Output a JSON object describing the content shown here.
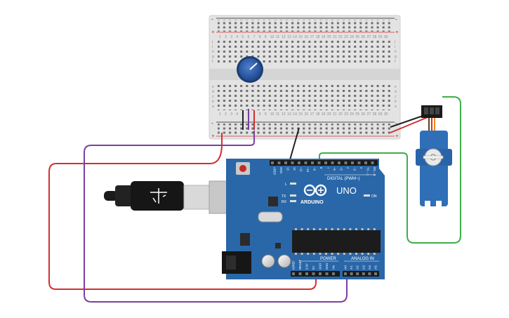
{
  "breadboard": {
    "minus_sign": "-",
    "plus_sign": "+",
    "row_letters_top": [
      "j",
      "i",
      "h",
      "g",
      "f"
    ],
    "row_letters_bottom": [
      "e",
      "d",
      "c",
      "b",
      "a"
    ],
    "column_count": 30
  },
  "arduino": {
    "brand": "ARDUINO",
    "model": "UNO",
    "digital_label": "DIGITAL (PWM~)",
    "power_label": "POWER",
    "analog_label": "ANALOG IN",
    "on_label": "ON",
    "led_l": "L",
    "led_tx": "TX",
    "led_rx": "RX",
    "top_pins": [
      "AREF",
      "GND",
      "13",
      "12",
      "~11",
      "~10",
      "~9",
      "8",
      "7",
      "~6",
      "~5",
      "4",
      "~3",
      "2",
      "TX→1",
      "RX←0"
    ],
    "power_pins": [
      "IOREF",
      "RESET",
      "3.3V",
      "5V",
      "GND",
      "GND",
      "Vin"
    ],
    "analog_pins": [
      "A0",
      "A1",
      "A2",
      "A3",
      "A4",
      "A5"
    ]
  },
  "colors": {
    "board": "#2a67a8",
    "breadboard": "#e4e4e4",
    "wire_red": "#d32f2f",
    "wire_purple": "#7b3fa0",
    "wire_green": "#3fae49",
    "wire_black": "#222222",
    "servo": "#2f6fb8",
    "pot": "#2b5aa8"
  }
}
